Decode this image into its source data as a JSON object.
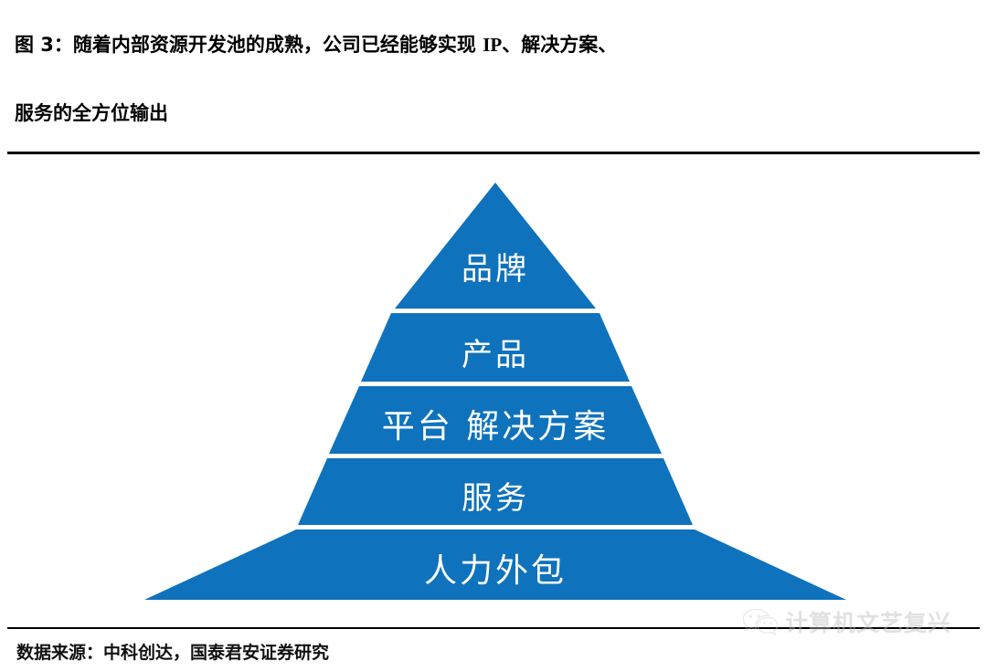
{
  "figure": {
    "title_line1_pre": "图 3：随着内部资源开发池的成熟，公司已经能够实现 ",
    "title_line1_latin": "IP",
    "title_line1_post": "、解决方案、",
    "title_line2": "服务的全方位输出",
    "title_full": "图 3：随着内部资源开发池的成熟，公司已经能够实现 IP、解决方案、服务的全方位输出",
    "source_note": "数据来源：中科创达，国泰君安证券研究"
  },
  "colors": {
    "tier_blue": "#0F72BC",
    "separator": "#FFFFFF",
    "rule": "#000000",
    "label_text": "#FFFFFF",
    "watermark_gray": "#B9B9B9",
    "page_background": "#FFFFFF"
  },
  "chart_data": {
    "type": "pyramid",
    "title": "图 3：随着内部资源开发池的成熟，公司已经能够实现 IP、解决方案、服务的全方位输出",
    "orientation": "apex-up",
    "level_count": 5,
    "levels": [
      {
        "rank": 1,
        "label": "品牌",
        "position": "top"
      },
      {
        "rank": 2,
        "label": "产品",
        "position": "upper-middle"
      },
      {
        "rank": 3,
        "label": "平台    解决方案",
        "position": "middle"
      },
      {
        "rank": 4,
        "label": "服务",
        "position": "lower-middle"
      },
      {
        "rank": 5,
        "label": "人力外包",
        "position": "base"
      }
    ],
    "labels_bottom_to_top": [
      "人力外包",
      "服务",
      "平台    解决方案",
      "产品",
      "品牌"
    ],
    "xlabel": "",
    "ylabel": "",
    "legend": [],
    "grid": false
  },
  "watermark": {
    "icon": "wechat-icon",
    "text": "计算机文艺复兴"
  }
}
